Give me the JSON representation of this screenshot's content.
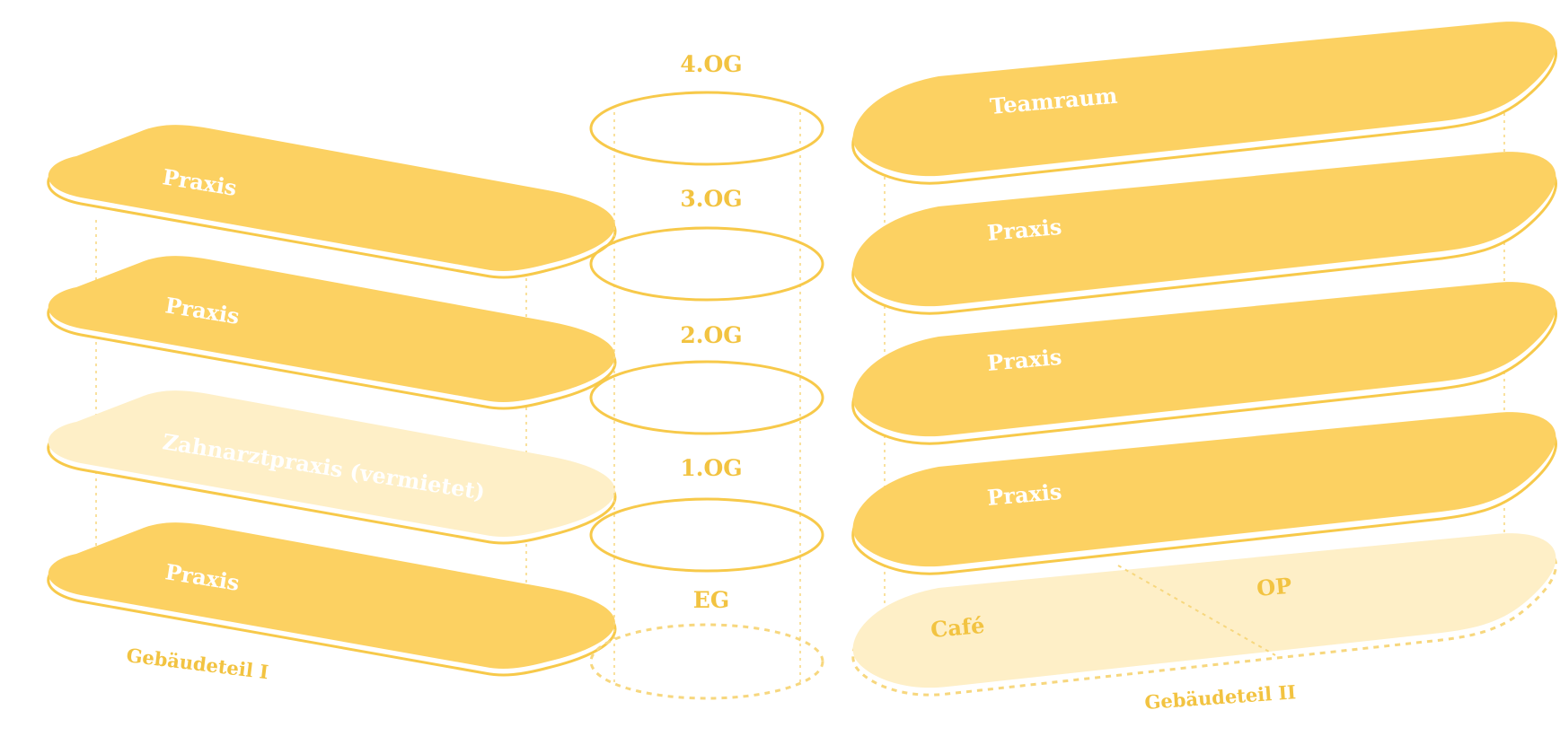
{
  "colors": {
    "slab": "#FCD162",
    "slab_light": "#FEEFC7",
    "stroke": "#F7C94A",
    "label_white": "#FFFFFF",
    "label_gold": "#F2C341"
  },
  "building_left": {
    "name": "Gebäudeteil I",
    "floors": [
      {
        "label": "Praxis",
        "style": "solid"
      },
      {
        "label": "Praxis",
        "style": "solid"
      },
      {
        "label": "Zahnarztpraxis (vermietet)",
        "style": "light"
      },
      {
        "label": "Praxis",
        "style": "solid"
      }
    ]
  },
  "floor_levels": [
    "4.OG",
    "3.OG",
    "2.OG",
    "1.OG",
    "EG"
  ],
  "building_right": {
    "name": "Gebäudeteil II",
    "floors": [
      {
        "label": "Teamraum",
        "style": "solid"
      },
      {
        "label": "Praxis",
        "style": "solid"
      },
      {
        "label": "Praxis",
        "style": "solid"
      },
      {
        "label": "Praxis",
        "style": "solid"
      }
    ],
    "ground": {
      "left": "Café",
      "right": "OP"
    }
  }
}
